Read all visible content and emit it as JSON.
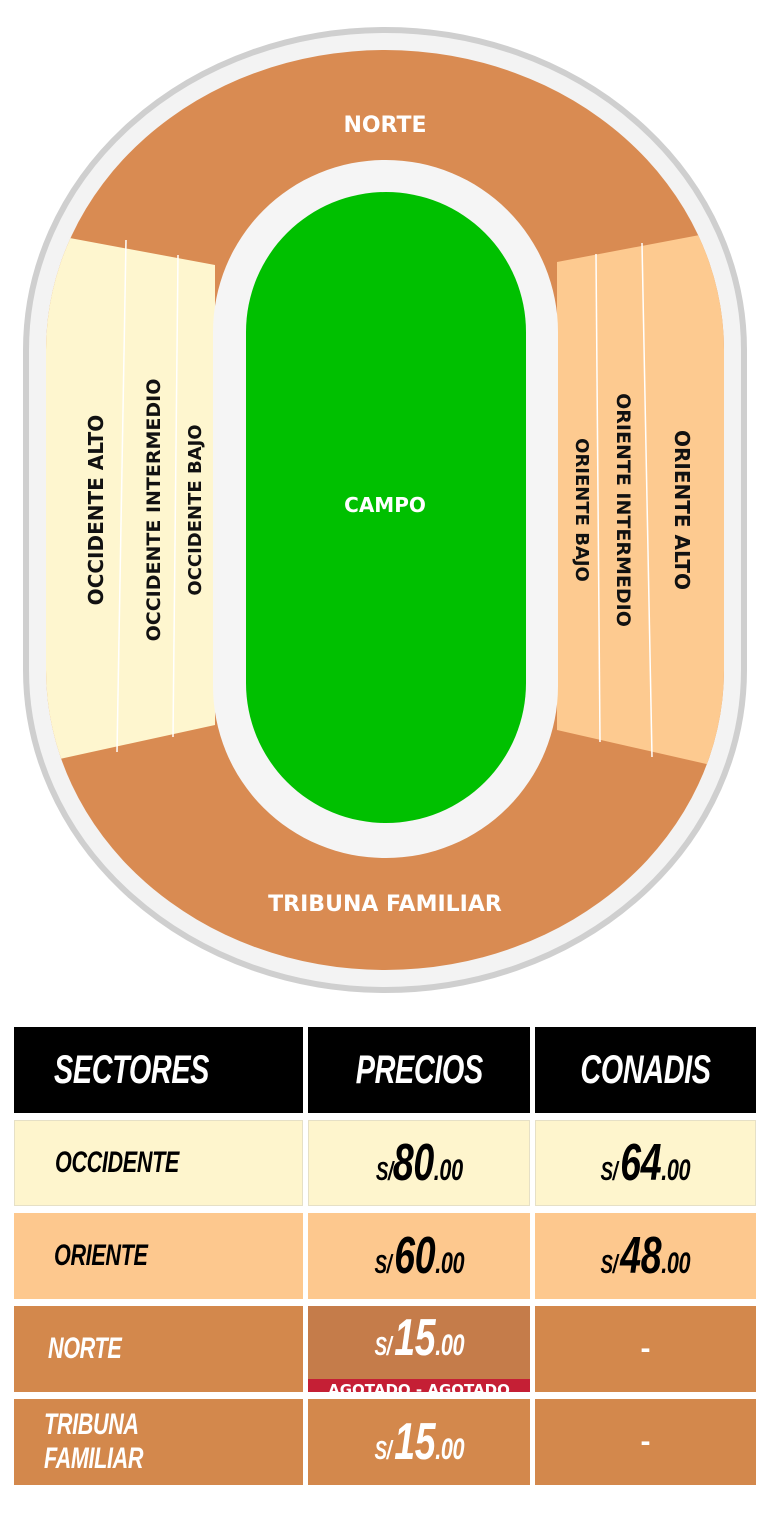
{
  "map": {
    "sections": {
      "norte": "NORTE",
      "campo": "CAMPO",
      "tribuna_familiar": "TRIBUNA FAMILIAR",
      "occidente_alto": "OCCIDENTE ALTO",
      "occidente_intermedio": "OCCIDENTE INTERMEDIO",
      "occidente_bajo": "OCCIDENTE BAJO",
      "oriente_bajo": "ORIENTE BAJO",
      "oriente_intermedio": "ORIENTE INTERMEDIO",
      "oriente_alto": "ORIENTE ALTO"
    },
    "colors": {
      "occidente": "#fef6cf",
      "oriente": "#fdca90",
      "norte_familiar": "#d98b52",
      "campo": "#00c000"
    }
  },
  "table": {
    "headers": [
      "SECTORES",
      "PRECIOS",
      "CONADIS"
    ],
    "rows": [
      {
        "sector": "OCCIDENTE",
        "price_cur": "S/",
        "price_int": "80",
        "price_dec": ".00",
        "conadis_cur": "S/",
        "conadis_int": "64",
        "conadis_dec": ".00"
      },
      {
        "sector": "ORIENTE",
        "price_cur": "S/",
        "price_int": "60",
        "price_dec": ".00",
        "conadis_cur": "S/",
        "conadis_int": "48",
        "conadis_dec": ".00"
      },
      {
        "sector": "NORTE",
        "price_cur": "S/",
        "price_int": "15",
        "price_dec": ".00",
        "conadis": "-",
        "status": "AGOTADO - AGOTADO"
      },
      {
        "sector_line1": "TRIBUNA",
        "sector_line2": "FAMILIAR",
        "price_cur": "S/",
        "price_int": "15",
        "price_dec": ".00",
        "conadis": "-"
      }
    ]
  }
}
